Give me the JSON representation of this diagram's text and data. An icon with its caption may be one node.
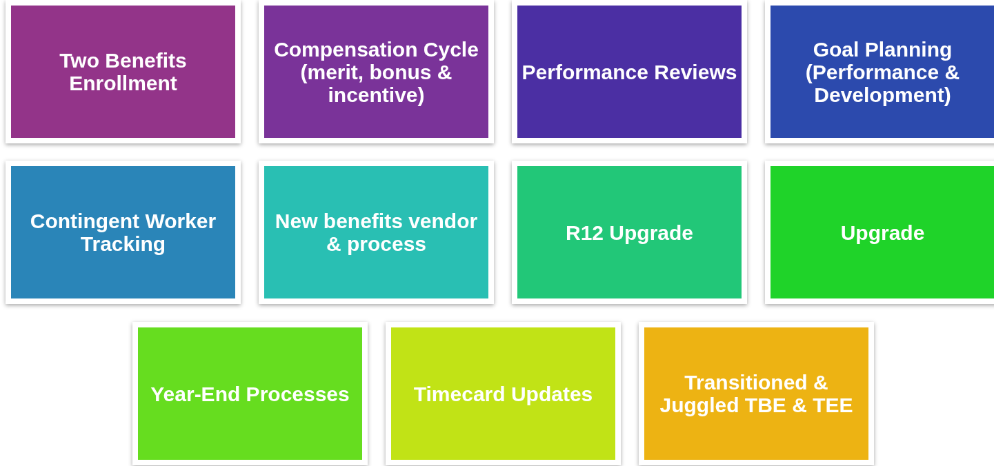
{
  "diagram": {
    "nodes": [
      {
        "text": [
          "Two Benefits Enrollment"
        ]
      },
      {
        "text": [
          "Compensation Cycle (merit, bonus & incentive)"
        ]
      },
      {
        "text": [
          "Performance Reviews"
        ]
      },
      {
        "text": [
          "Goal Planning (Performance & Development)"
        ]
      },
      {
        "text": [
          "Contingent Worker Tracking"
        ]
      },
      {
        "text": [
          "New benefits vendor & process"
        ]
      },
      {
        "text": [
          "R12 Upgrade"
        ]
      },
      {
        "text": [
          "Upgrade"
        ]
      },
      {
        "text": [
          "Year-End Processes"
        ]
      },
      {
        "text": [
          "Timecard Updates"
        ]
      },
      {
        "text": [
          "Transitioned & Juggled TBE & TEE"
        ]
      }
    ]
  }
}
